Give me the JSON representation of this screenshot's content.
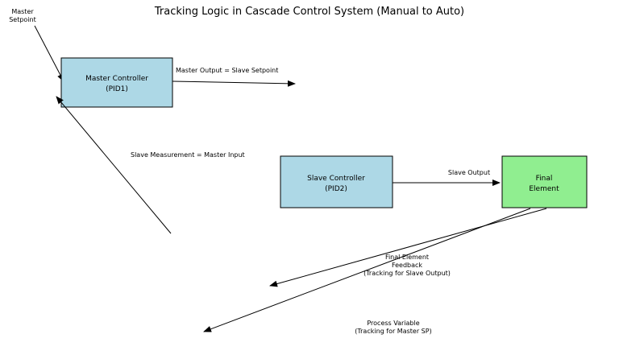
{
  "title": "Tracking Logic in Cascade Control System (Manual to Auto)",
  "colors": {
    "controller_fill": "#add8e6",
    "final_element_fill": "#90ee90",
    "line_stroke": "#000000",
    "background": "#ffffff",
    "text": "#000000"
  },
  "nodes": {
    "master_controller": {
      "label_line1": "Master Controller",
      "label_line2": "(PID1)",
      "fill": "#add8e6"
    },
    "slave_controller": {
      "label_line1": "Slave Controller",
      "label_line2": "(PID2)",
      "fill": "#add8e6"
    },
    "final_element": {
      "label_line1": "Final",
      "label_line2": "Element",
      "fill": "#90ee90"
    }
  },
  "annotations": {
    "master_setpoint": {
      "line1": "Master",
      "line2": "Setpoint"
    },
    "master_output": "Master Output = Slave Setpoint",
    "slave_measurement": "Slave Measurement = Master Input",
    "slave_output": "Slave Output",
    "final_element_feedback": {
      "line1": "Final Element",
      "line2": "Feedback",
      "line3": "(Tracking for Slave Output)"
    },
    "process_variable": {
      "line1": "Process Variable",
      "line2": "(Tracking for Master SP)"
    }
  }
}
